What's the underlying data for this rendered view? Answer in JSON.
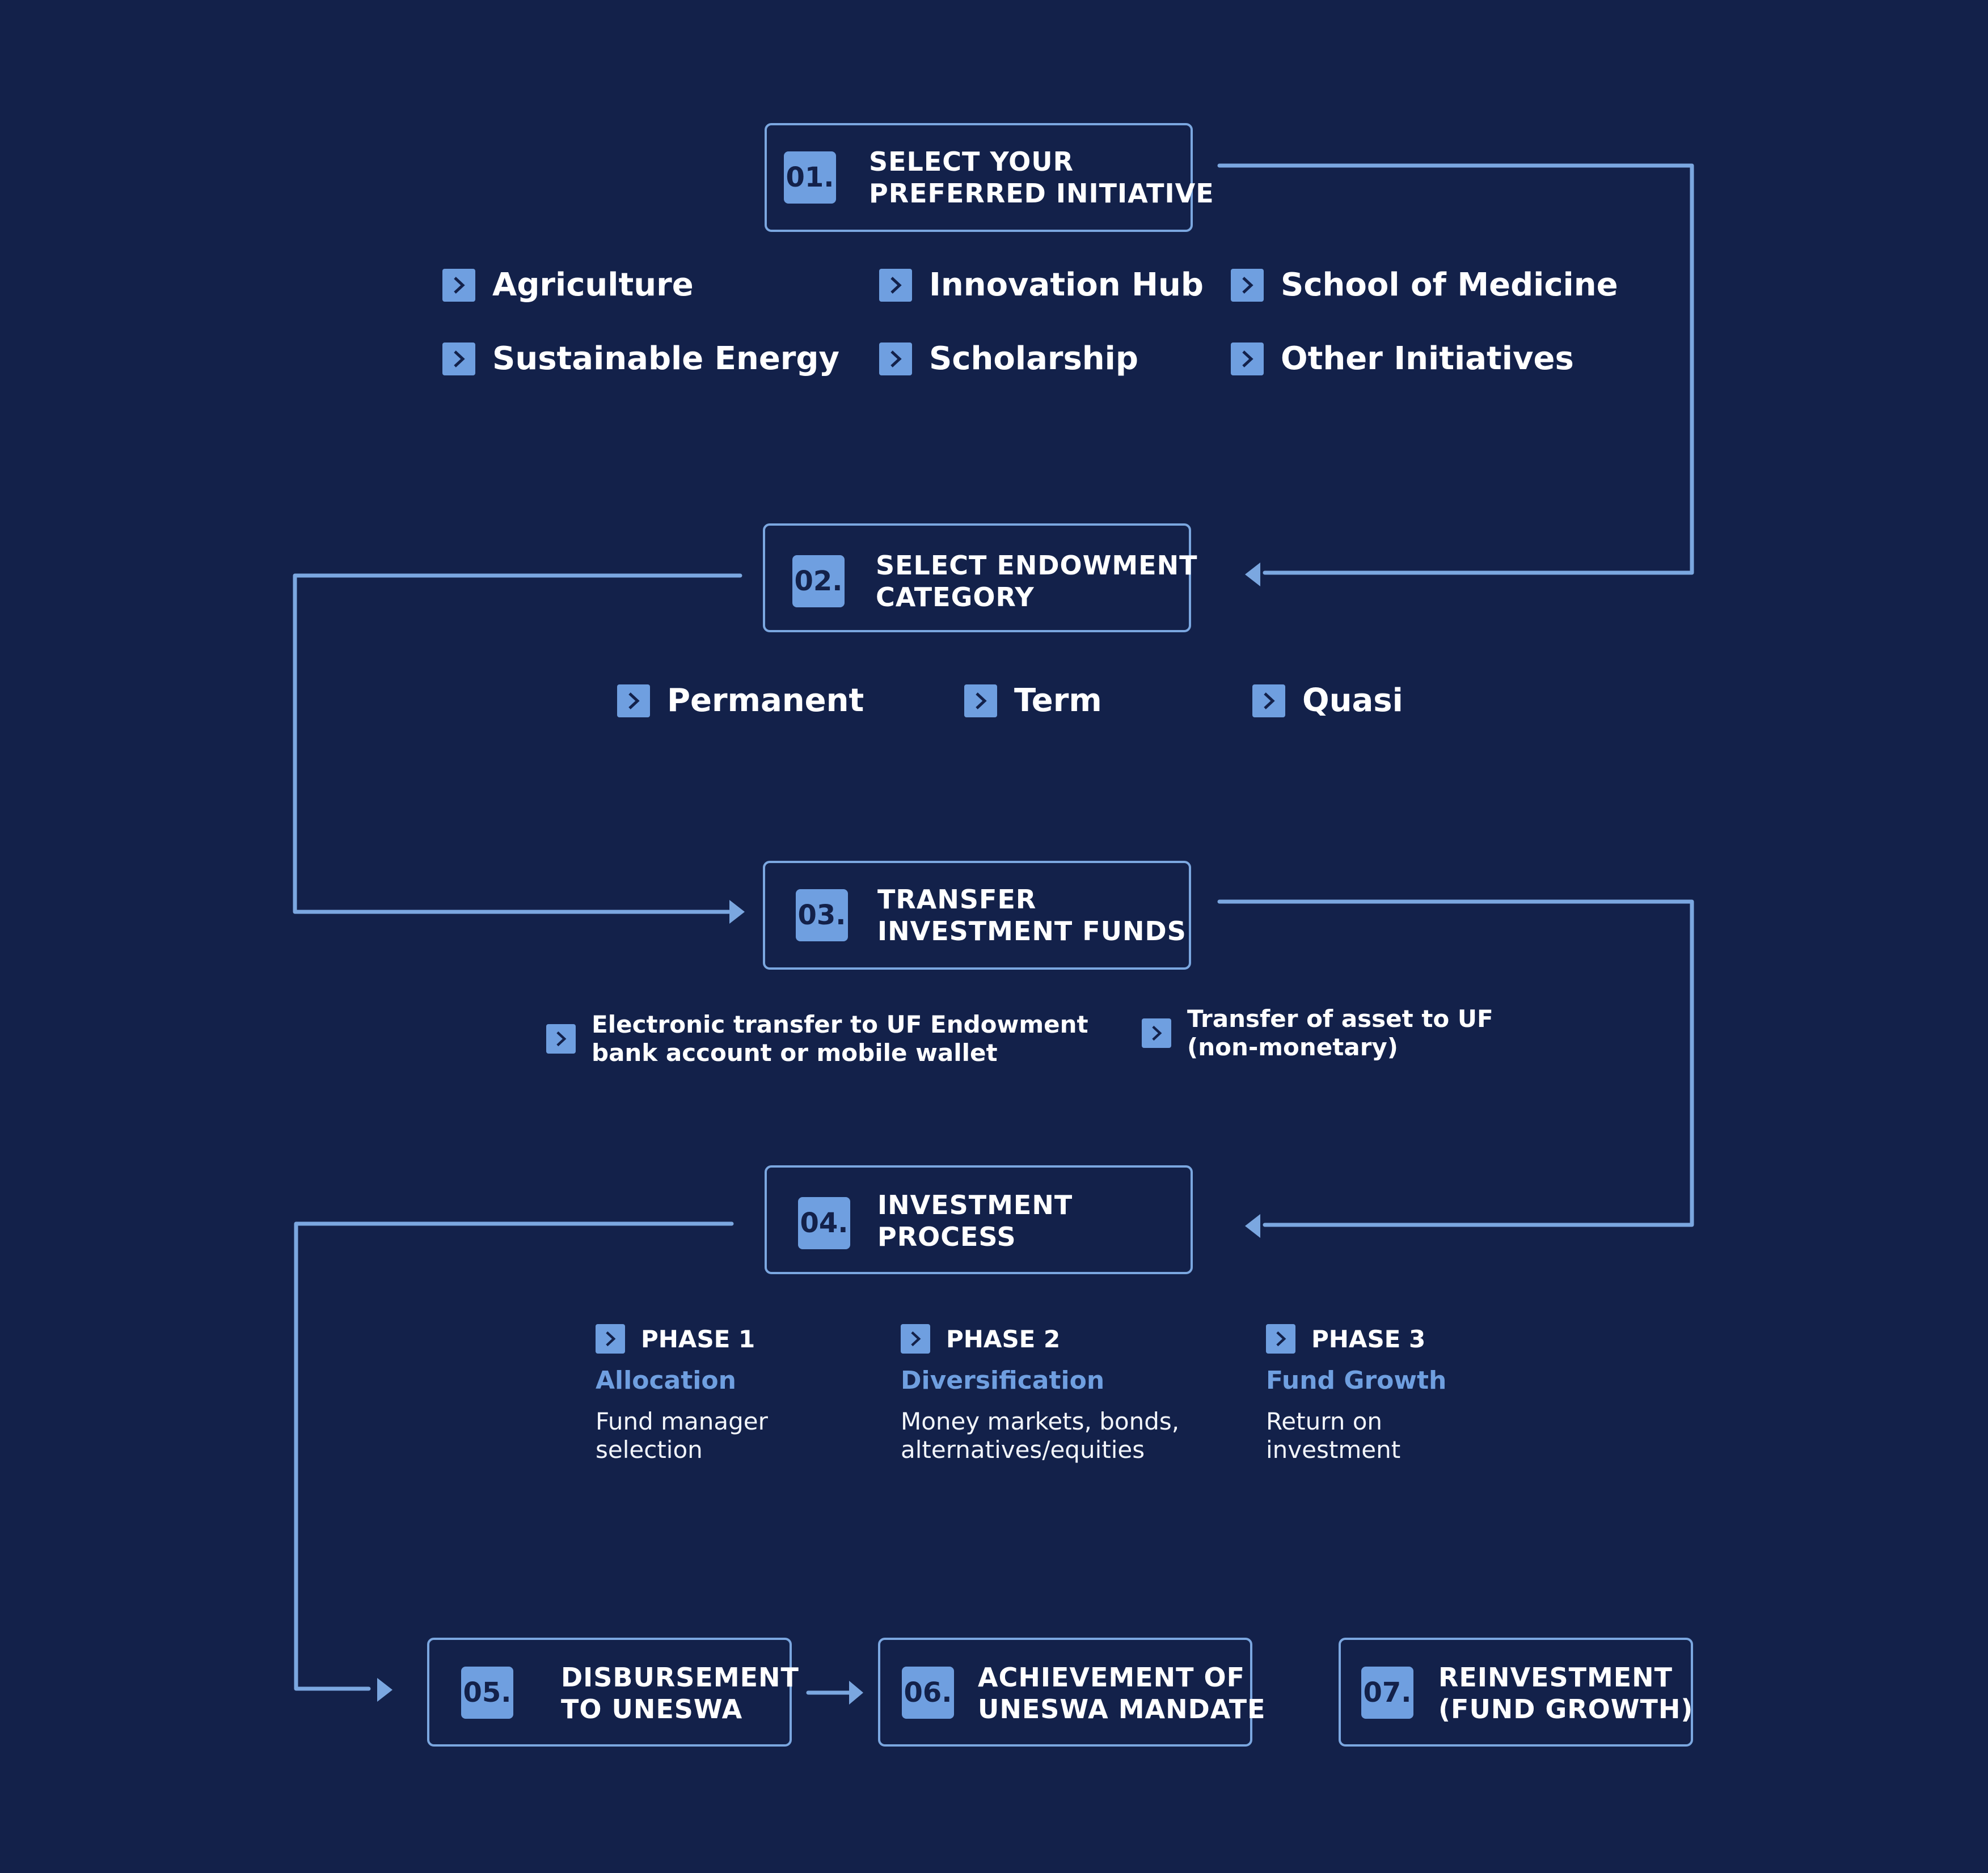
{
  "steps": [
    {
      "num": "01.",
      "title": [
        "SELECT YOUR",
        "PREFERRED INITIATIVE"
      ]
    },
    {
      "num": "02.",
      "title": [
        "SELECT ENDOWMENT",
        "CATEGORY"
      ]
    },
    {
      "num": "03.",
      "title": [
        "TRANSFER",
        "INVESTMENT FUNDS"
      ]
    },
    {
      "num": "04.",
      "title": [
        "INVESTMENT",
        "PROCESS"
      ]
    },
    {
      "num": "05.",
      "title": [
        "DISBURSEMENT",
        "TO UNESWA"
      ]
    },
    {
      "num": "06.",
      "title": [
        "ACHIEVEMENT OF",
        "UNESWA MANDATE"
      ]
    },
    {
      "num": "07.",
      "title": [
        "REINVESTMENT",
        "(FUND GROWTH)"
      ]
    }
  ],
  "initiatives": [
    "Agriculture",
    "Innovation Hub",
    "School of Medicine",
    "Sustainable Energy",
    "Scholarship",
    "Other Initiatives"
  ],
  "categories": [
    "Permanent",
    "Term",
    "Quasi"
  ],
  "transfers": [
    [
      "Electronic transfer to UF Endowment",
      "bank account or mobile wallet"
    ],
    [
      "Transfer of asset to UF",
      "(non-monetary)"
    ]
  ],
  "phases": [
    {
      "label": "PHASE 1",
      "name": "Allocation",
      "desc": [
        "Fund manager",
        "selection"
      ]
    },
    {
      "label": "PHASE 2",
      "name": "Diversification",
      "desc": [
        "Money markets, bonds,",
        "alternatives/equities"
      ]
    },
    {
      "label": "PHASE 3",
      "name": "Fund Growth",
      "desc": [
        "Return on",
        "investment"
      ]
    }
  ],
  "icons": {
    "option_marker": "chevron-right-icon",
    "flow_arrow": "arrowhead-icon"
  },
  "colors": {
    "background": "#13214a",
    "accent": "#7ba7e0",
    "badge": "#6f9fe0",
    "text": "#ffffff"
  }
}
